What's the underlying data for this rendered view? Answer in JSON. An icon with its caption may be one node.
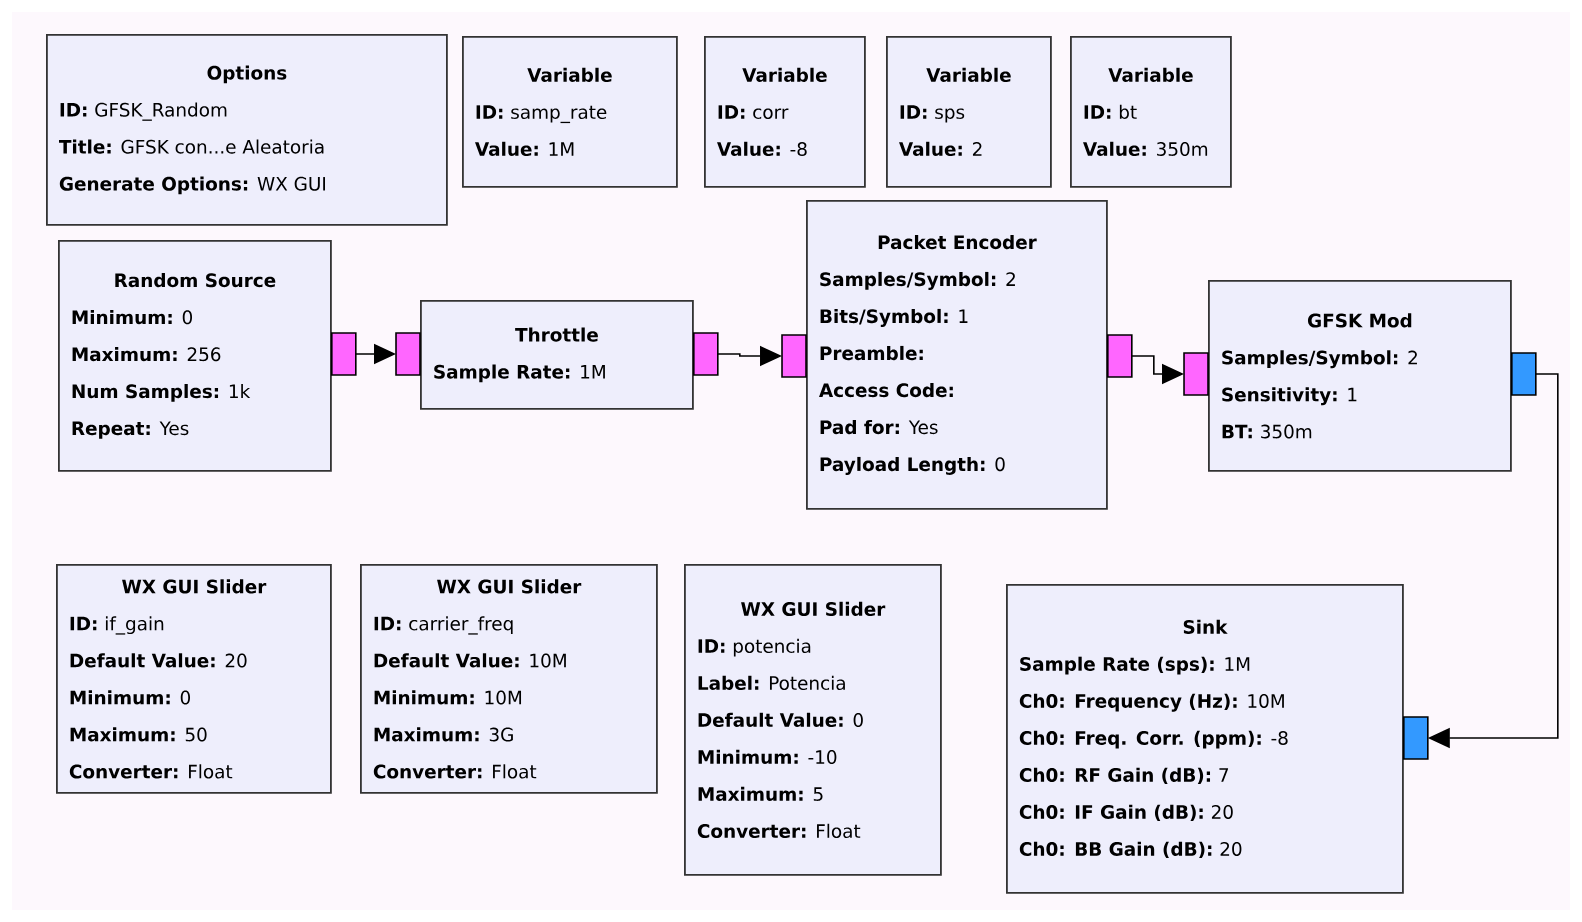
{
  "diagram": {
    "nodes": [
      {
        "text": [
          "Options",
          "**ID:** GFSK_Random",
          "**Title:** GFSK con...e Aleatoria",
          "**Generate Options:** WX GUI"
        ]
      },
      {
        "text": [
          "Variable",
          "**ID:** samp_rate",
          "**Value:** 1M"
        ]
      },
      {
        "text": [
          "Variable",
          "**ID:** corr",
          "**Value:** -8"
        ]
      },
      {
        "text": [
          "Variable",
          "**ID:** sps",
          "**Value:** 2"
        ]
      },
      {
        "text": [
          "Variable",
          "**ID:** bt",
          "**Value:** 350m"
        ]
      },
      {
        "text": [
          "Random Source",
          "**Minimum:** 0",
          "**Maximum:** 256",
          "**Num Samples:** 1k",
          "**Repeat:** Yes"
        ]
      },
      {
        "text": [
          "Throttle",
          "**Sample Rate:** 1M"
        ]
      },
      {
        "text": [
          "Packet Encoder",
          "**Samples/Symbol:** 2",
          "**Bits/Symbol:** 1",
          "**Preamble:**",
          "**Access Code:**",
          "**Pad for:** Yes",
          "**Payload Length:** 0"
        ]
      },
      {
        "text": [
          "GFSK Mod",
          "**Samples/Symbol:** 2",
          "**Sensitivity:** 1",
          "**BT:** 350m"
        ]
      },
      {
        "text": [
          "WX GUI Slider",
          "**ID:** if_gain",
          "**Default Value:** 20",
          "**Minimum:** 0",
          "**Maximum:** 50",
          "**Converter:** Float"
        ]
      },
      {
        "text": [
          "WX GUI Slider",
          "**ID:** carrier_freq",
          "**Default Value:** 10M",
          "**Minimum:** 10M",
          "**Maximum:** 3G",
          "**Converter:** Float"
        ]
      },
      {
        "text": [
          "WX GUI Slider",
          "**ID:** potencia",
          "**Label:** Potencia",
          "**Default Value:** 0",
          "**Minimum:** -10",
          "**Maximum:** 5",
          "**Converter:** Float"
        ]
      },
      {
        "text": [
          "Sink",
          "**Sample Rate (sps):** 1M",
          "**Ch0: Frequency (Hz):** 10M",
          "**Ch0: Freq. Corr. (ppm):** -8",
          "**Ch0: RF Gain (dB):** 7",
          "**Ch0: IF Gain (dB):** 20",
          "**Ch0: BB Gain (dB):** 20"
        ]
      }
    ],
    "edges": [
      {
        "from": 5,
        "to": 6,
        "arrow": "to"
      },
      {
        "from": 6,
        "to": 7,
        "arrow": "to"
      },
      {
        "from": 7,
        "to": 8,
        "arrow": "to"
      },
      {
        "from": 8,
        "to": 12,
        "arrow": "to"
      }
    ]
  }
}
